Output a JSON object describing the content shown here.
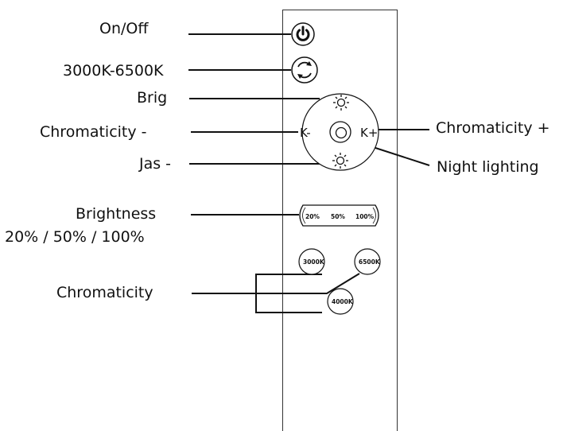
{
  "labels": {
    "on_off": "On/Off",
    "cct_range": "3000K-6500K",
    "brig": "Brig",
    "chroma_minus": "Chromaticity -",
    "jas_minus": "Jas -",
    "brightness": "Brightness",
    "brightness_levels": "20% / 50% / 100%",
    "chromaticity": "Chromaticity",
    "chroma_plus": "Chromaticity +",
    "night_lighting": "Night lighting"
  },
  "remote": {
    "k_minus": "K-",
    "k_plus": "K+",
    "pct_20": "20%",
    "pct_50": "50%",
    "pct_100": "100%",
    "btn_3000k": "3000K",
    "btn_6500k": "6500K",
    "btn_4000k": "4000K"
  },
  "icons": [
    "power-icon",
    "cycle-icon",
    "sun-icon",
    "moon-icon"
  ],
  "colors": {
    "line": "#111111",
    "background": "#ffffff"
  }
}
